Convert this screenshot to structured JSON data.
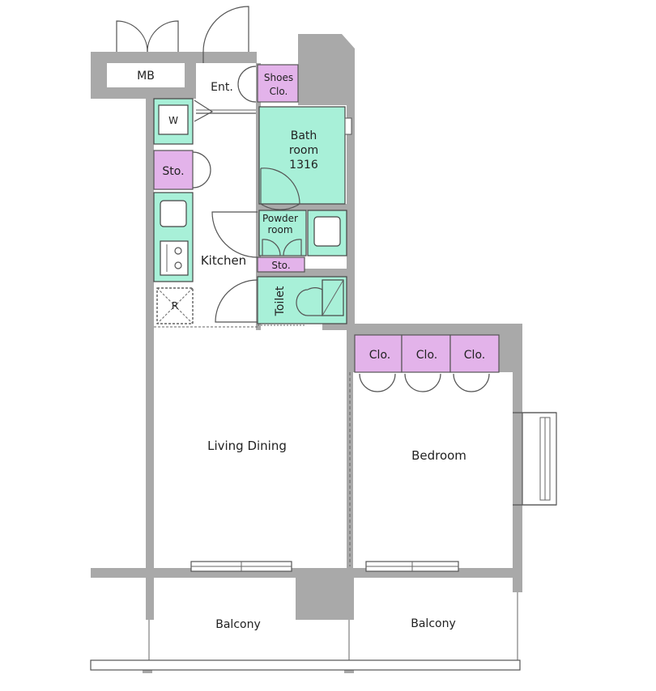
{
  "labels": {
    "mb": "MB",
    "ent": "Ent.",
    "shoes_1": "Shoes",
    "shoes_2": "Clo.",
    "w": "W",
    "sto_upper": "Sto.",
    "bath_1": "Bath",
    "bath_2": "room",
    "bath_3": "1316",
    "powder_1": "Powder",
    "powder_2": "room",
    "sto_small": "Sto.",
    "kitchen": "Kitchen",
    "toilet": "Toilet",
    "r": "R",
    "clo_1": "Clo.",
    "clo_2": "Clo.",
    "clo_3": "Clo.",
    "living_dining": "Living Dining",
    "bedroom": "Bedroom",
    "balcony_left": "Balcony",
    "balcony_right": "Balcony"
  },
  "colors": {
    "wall": "#a9a9a9",
    "wet_area": "#a8f0d8",
    "storage": "#e3b3ea"
  }
}
